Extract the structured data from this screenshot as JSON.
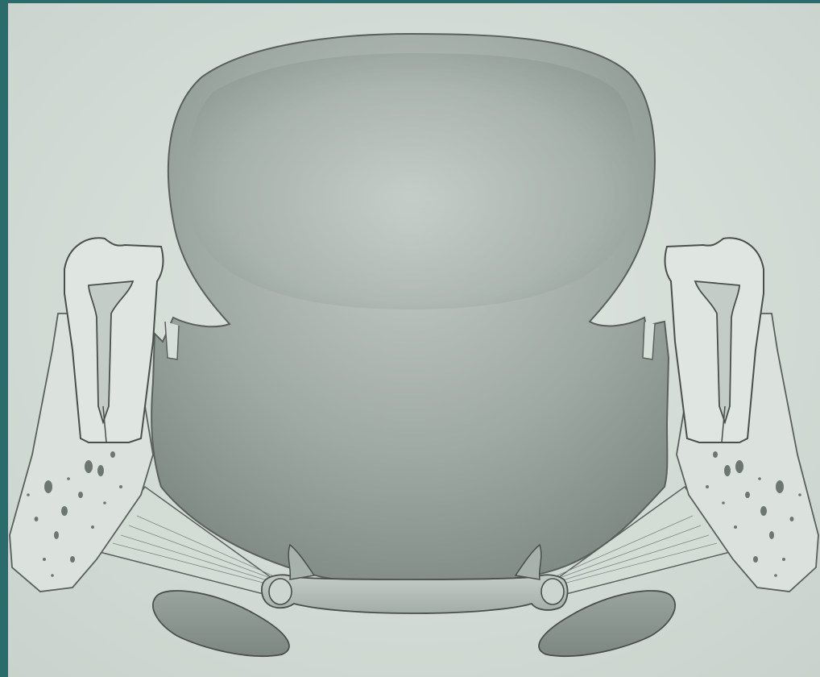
{
  "figure": {
    "kind": "anatomical-line-drawing",
    "colors": {
      "frame": "#2c6b6b",
      "paper": "#d7dfd9",
      "ink": "#4a4f4c",
      "shade_dark": "#8a948f",
      "shade_light": "#c9d2cc"
    },
    "parts": [
      "tongue-dorsum",
      "tongue-body",
      "left-tooth",
      "right-tooth",
      "left-alveolar-bone",
      "right-alveolar-bone",
      "left-mylohyoid-muscle",
      "right-mylohyoid-muscle",
      "hyoid-bone",
      "left-sublingual-gland",
      "right-sublingual-gland"
    ]
  }
}
